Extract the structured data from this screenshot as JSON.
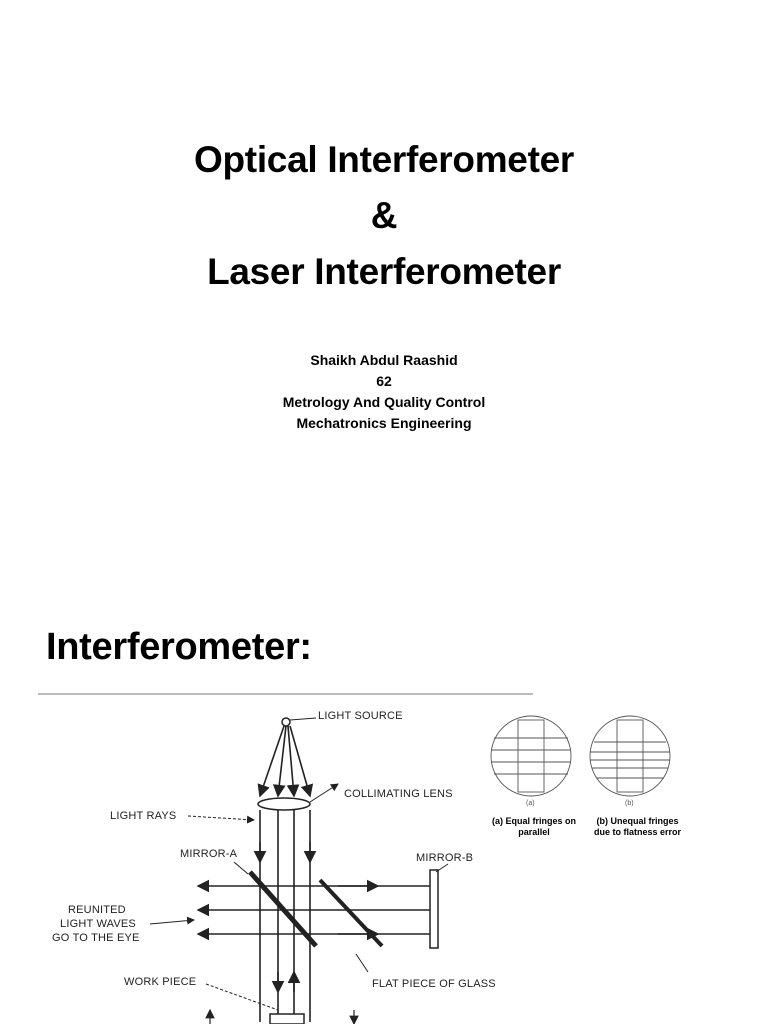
{
  "slide1": {
    "title_lines": [
      "Optical Interferometer",
      "&",
      "Laser Interferometer"
    ],
    "author": "Shaikh Abdul Raashid",
    "roll_number": "62",
    "subject": "Metrology And Quality Control",
    "department": "Mechatronics Engineering"
  },
  "slide2": {
    "title": "Interferometer:",
    "diagram_labels": {
      "light_source": "LIGHT SOURCE",
      "collimating_lens": "COLLIMATING LENS",
      "light_rays": "LIGHT RAYS",
      "mirror_a": "MIRROR-A",
      "mirror_b": "MIRROR-B",
      "reunited_1": "REUNITED",
      "reunited_2": "LIGHT WAVES",
      "reunited_3": "GO TO THE EYE",
      "work_piece": "WORK PIECE",
      "flat_glass": "FLAT PIECE OF GLASS"
    },
    "fringes": {
      "sub_a": "(a)",
      "sub_b": "(b)",
      "caption_a_1": "(a)  Equal fringes on",
      "caption_a_2": "parallel",
      "caption_b_1": "(b) Unequal fringes",
      "caption_b_2": "due to flatness error"
    }
  }
}
